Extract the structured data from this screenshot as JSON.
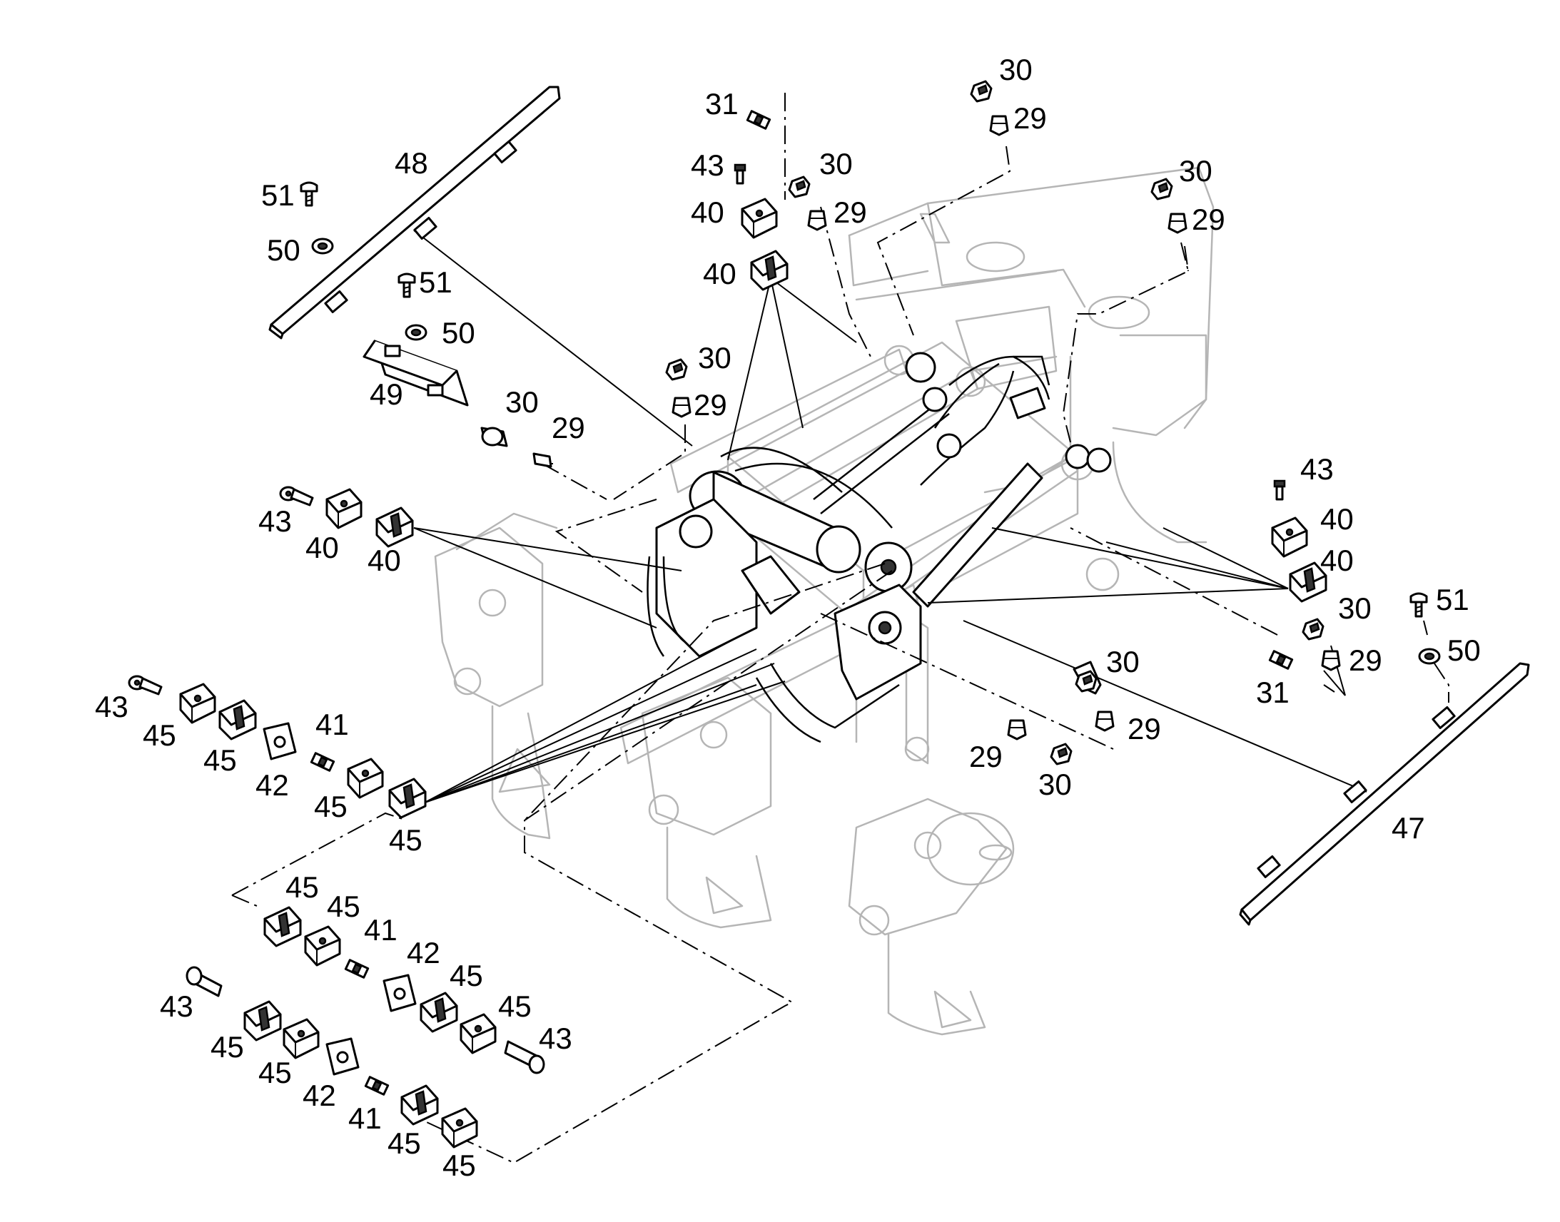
{
  "labels": {
    "l29a": "29",
    "l29b": "29",
    "l29c": "29",
    "l29d": "29",
    "l29e": "29",
    "l29f": "29",
    "l29g": "29",
    "l29h": "29",
    "l30a": "30",
    "l30b": "30",
    "l30c": "30",
    "l30d": "30",
    "l30e": "30",
    "l30f": "30",
    "l30g": "30",
    "l30h": "30",
    "l31a": "31",
    "l31b": "31",
    "l40a": "40",
    "l40b": "40",
    "l40c": "40",
    "l40d": "40",
    "l40e": "40",
    "l40f": "40",
    "l41a": "41",
    "l41b": "41",
    "l41c": "41",
    "l42a": "42",
    "l42b": "42",
    "l42c": "42",
    "l43a": "43",
    "l43b": "43",
    "l43c": "43",
    "l43d": "43",
    "l43e": "43",
    "l43f": "43",
    "l45a": "45",
    "l45b": "45",
    "l45c": "45",
    "l45d": "45",
    "l45e": "45",
    "l45f": "45",
    "l45g": "45",
    "l45h": "45",
    "l45i": "45",
    "l45j": "45",
    "l45k": "45",
    "l45l": "45",
    "l47": "47",
    "l48": "48",
    "l49": "49",
    "l50a": "50",
    "l50b": "50",
    "l50c": "50",
    "l51a": "51",
    "l51b": "51",
    "l51c": "51"
  }
}
